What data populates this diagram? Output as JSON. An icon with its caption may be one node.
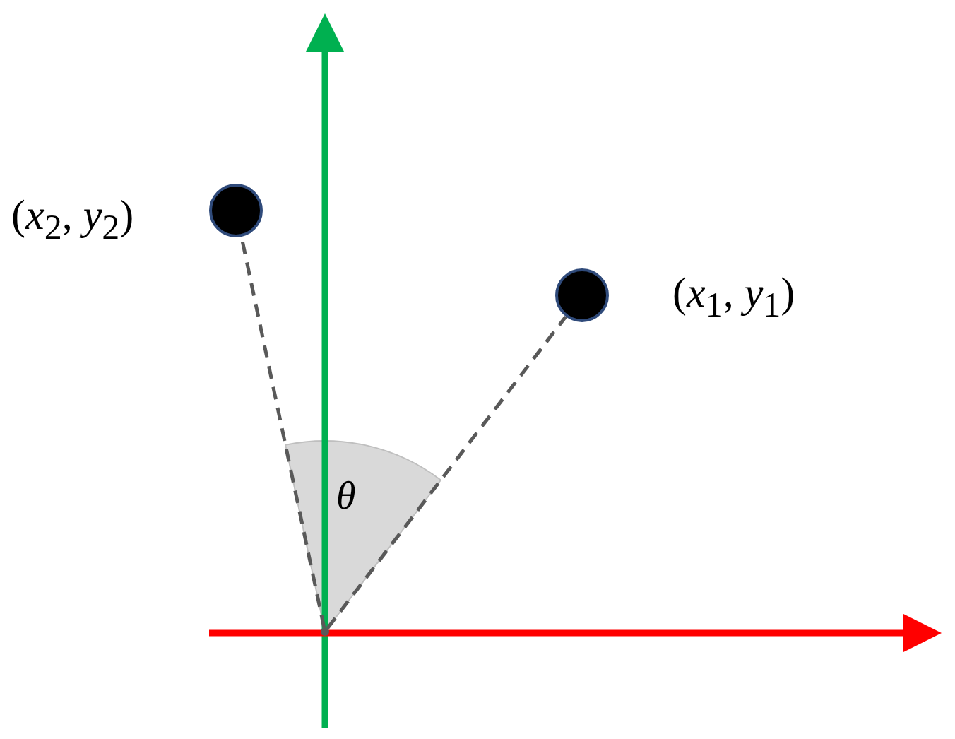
{
  "diagram": {
    "nodes": [
      {
        "text": [],
        "shape": "circle",
        "beside": [
          "(*x*$_{2}$, *y*$_{2}$)"
        ]
      },
      {
        "text": [],
        "shape": "circle",
        "beside": [
          "(*x*$_{1}$, *y*$_{1}$)"
        ]
      },
      {
        "text": [],
        "shape": "point"
      }
    ],
    "edges": [
      {
        "from": 2,
        "to": 0,
        "arrow": "none",
        "style": "dashed"
      },
      {
        "from": 2,
        "to": 1,
        "arrow": "none",
        "style": "dashed"
      }
    ],
    "labels": [
      "θ"
    ]
  }
}
